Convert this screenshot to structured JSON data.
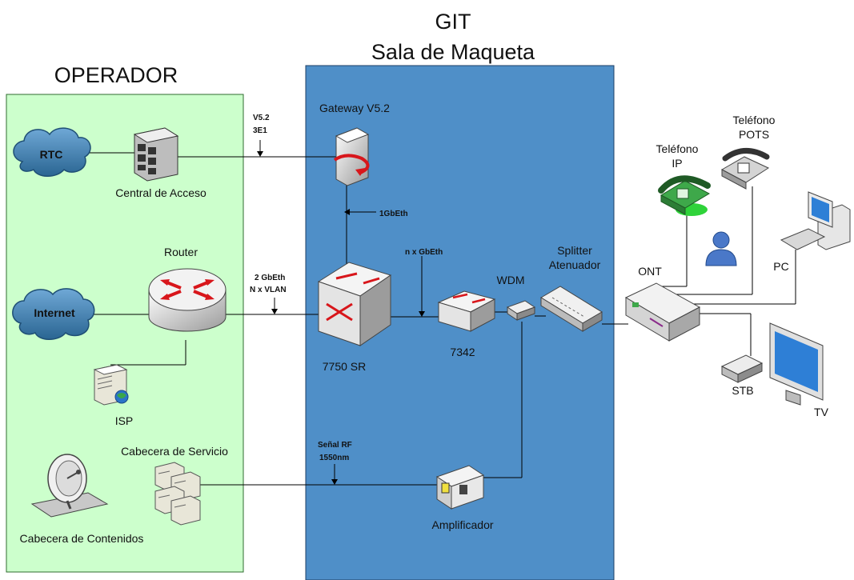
{
  "titles": {
    "operador": "OPERADOR",
    "git_line1": "GIT",
    "git_line2": "Sala de Maqueta"
  },
  "operator_side": {
    "rtc": "RTC",
    "central": "Central de Acceso",
    "internet": "Internet",
    "router": "Router",
    "isp": "ISP",
    "cabecera_servicio": "Cabecera de Servicio",
    "cabecera_contenidos": "Cabecera de Contenidos"
  },
  "link_labels": {
    "v52_line1": "V5.2",
    "v52_line2": "3E1",
    "gbeth_1": "1GbEth",
    "gbeth2_line1": "2 GbEth",
    "gbeth2_line2": "N x VLAN",
    "nxgbeth": "n x GbEth",
    "rf_line1": "Señal RF",
    "rf_line2": "1550nm"
  },
  "lab_side": {
    "gateway": "Gateway V5.2",
    "sr7750": "7750 SR",
    "n7342": "7342",
    "wdm": "WDM",
    "splitter_line1": "Splitter",
    "splitter_line2": "Atenuador",
    "amplificador": "Amplificador"
  },
  "customer_side": {
    "ont": "ONT",
    "tel_ip_line1": "Teléfono",
    "tel_ip_line2": "IP",
    "tel_pots_line1": "Teléfono",
    "tel_pots_line2": "POTS",
    "pc": "PC",
    "stb": "STB",
    "tv": "TV"
  },
  "colors": {
    "operator_bg": "#ccffcc",
    "lab_bg": "#4f8fc8",
    "cloud": "#3b7fb0",
    "phone_green": "#3ea84a",
    "device_gray": "#d8d8d8"
  }
}
